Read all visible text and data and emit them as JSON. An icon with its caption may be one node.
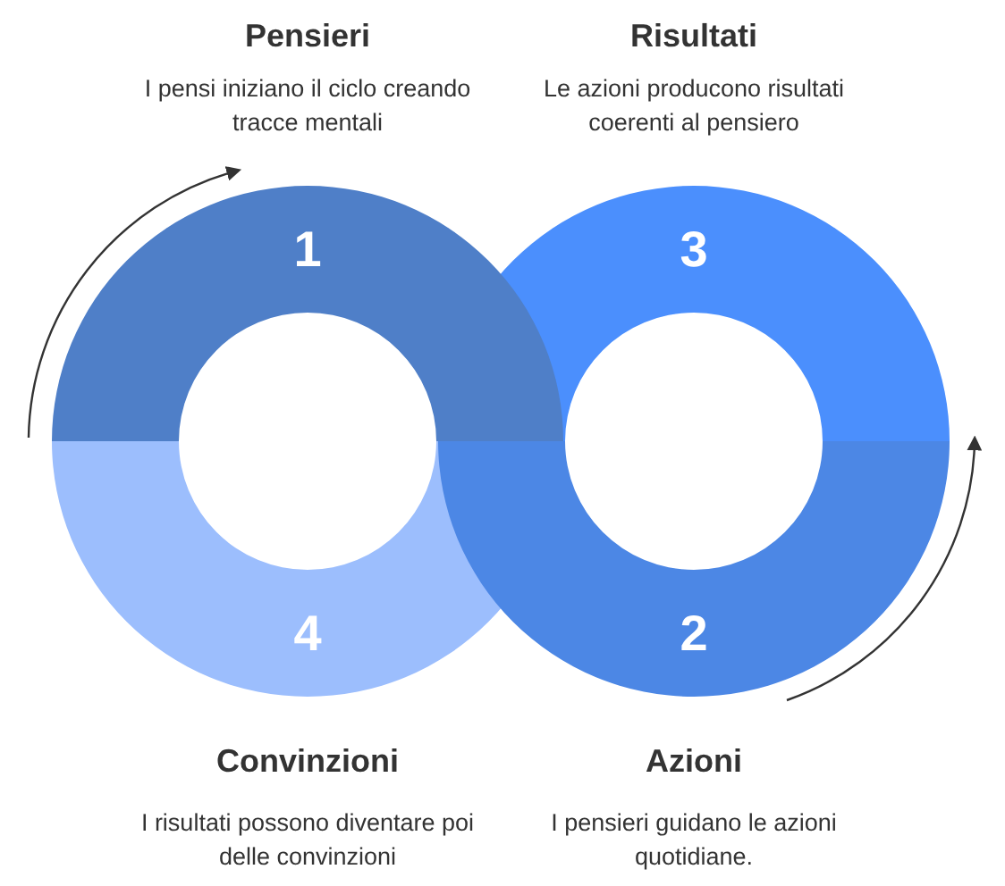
{
  "diagram": {
    "nodes": [
      {
        "text": [
          "1"
        ],
        "beside": [
          "Pensieri",
          "I pensi iniziano il ciclo creando tracce mentali"
        ]
      },
      {
        "text": [
          "3"
        ],
        "beside": [
          "Risultati",
          "Le azioni producono risultati coerenti al pensiero"
        ]
      },
      {
        "text": [
          "4"
        ],
        "beside": [
          "Convinzioni",
          "I risultati possono diventare poi delle convinzioni"
        ]
      },
      {
        "text": [
          "2"
        ],
        "beside": [
          "Azioni",
          "I pensieri guidano le azioni quotidiane."
        ]
      }
    ]
  }
}
